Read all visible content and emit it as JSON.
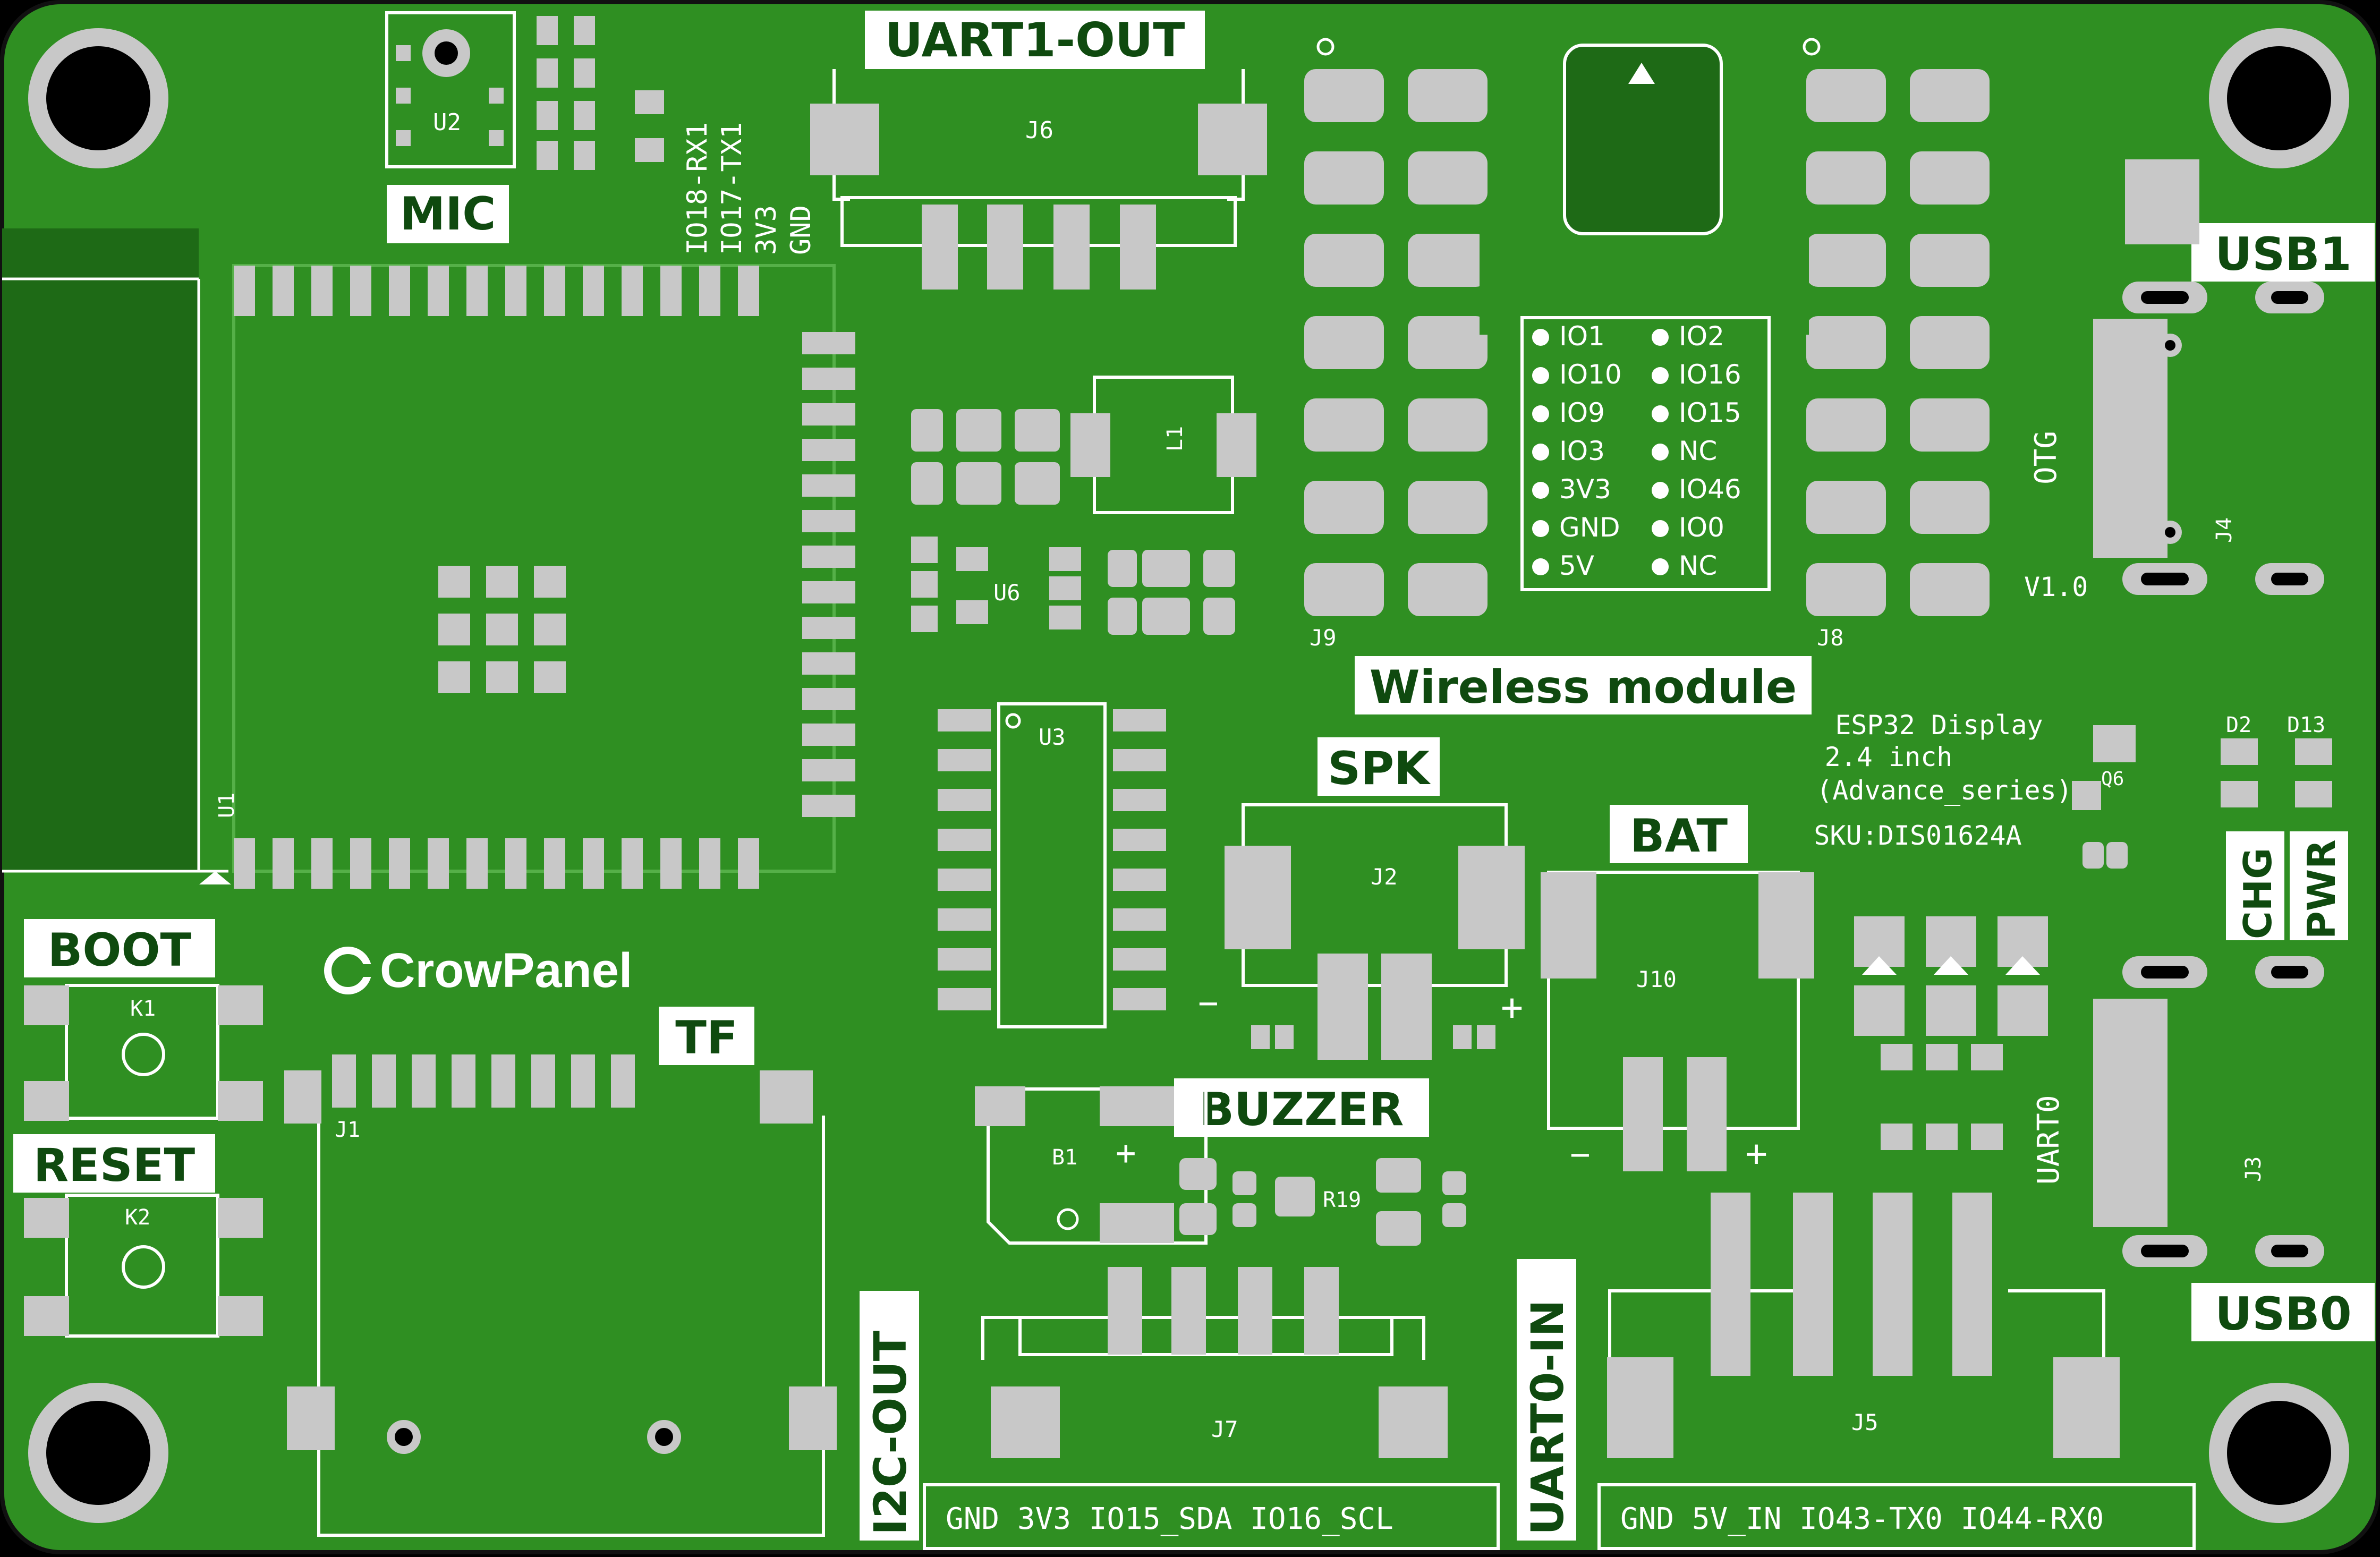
{
  "board": {
    "title": "ESP32 Display",
    "size": "2.4 inch",
    "series": "(Advance_series)",
    "sku": "SKU:DIS01624A",
    "version": "V1.0",
    "brand": "CrowPanel",
    "colors": {
      "board": "#2f8f22",
      "copper": "#4ba83a",
      "pad": "#c8c8c8",
      "silk": "#ffffff",
      "edge": "#000000"
    }
  },
  "labels": {
    "uart1_out": "UART1-OUT",
    "mic": "MIC",
    "usb1": "USB1",
    "usb0": "USB0",
    "otg": "OTG",
    "uart0": "UART0",
    "wireless": "Wireless module",
    "spk": "SPK",
    "bat": "BAT",
    "boot": "BOOT",
    "reset": "RESET",
    "tf": "TF",
    "buzzer": "BUZZER",
    "i2c_out": "I2C-OUT",
    "uart0_in": "UART0-IN",
    "chg": "CHG",
    "pwr": "PWR"
  },
  "uart1_pins": [
    "IO18-RX1",
    "IO17-TX1",
    "3V3",
    "GND"
  ],
  "i2c_pins": "GND 3V3 IO15_SDA IO16_SCL",
  "uart0_pins": "GND 5V_IN IO43-TX0 IO44-RX0",
  "wireless_pins": {
    "left": [
      "IO1",
      "IO10",
      "IO9",
      "IO3",
      "3V3",
      "GND",
      "5V"
    ],
    "right": [
      "IO2",
      "IO16",
      "IO15",
      "NC",
      "IO46",
      "IO0",
      "NC"
    ]
  },
  "refs": {
    "u1": "U1",
    "u2": "U2",
    "u3": "U3",
    "u6": "U6",
    "j1": "J1",
    "j2": "J2",
    "j3": "J3",
    "j4": "J4",
    "j5": "J5",
    "j6": "J6",
    "j7": "J7",
    "j8": "J8",
    "j9": "J9",
    "j10": "J10",
    "k1": "K1",
    "k2": "K2",
    "l1": "L1",
    "b1": "B1",
    "r19": "R19",
    "q6": "Q6",
    "d2": "D2",
    "d13": "D13"
  },
  "marks": {
    "plus": "+",
    "minus": "−"
  }
}
